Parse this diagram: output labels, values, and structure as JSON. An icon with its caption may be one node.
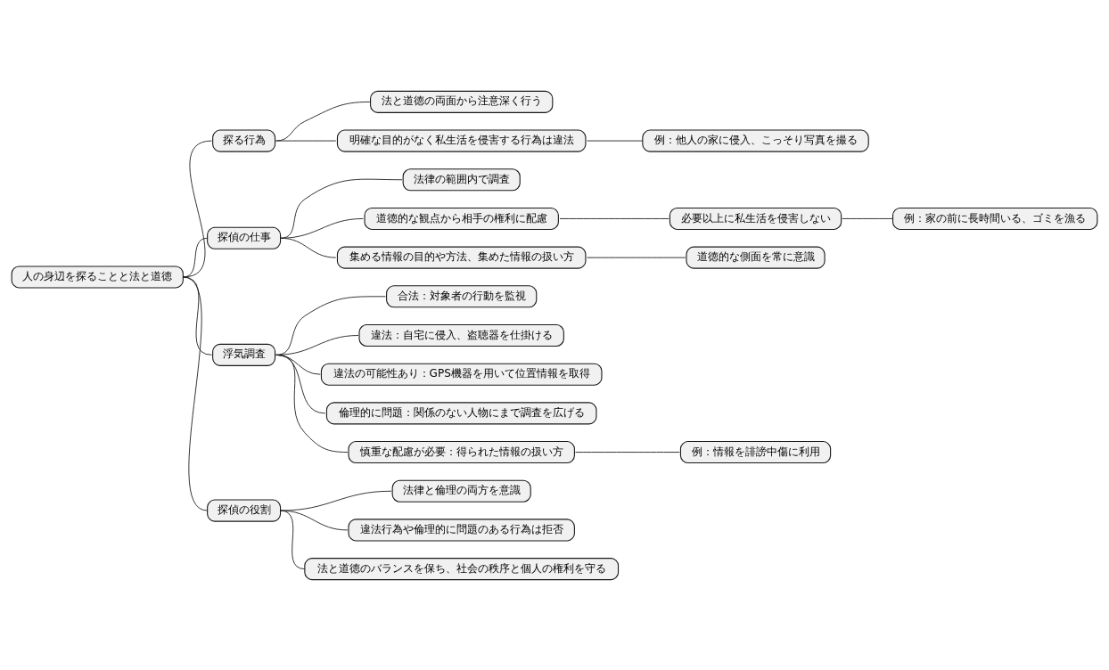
{
  "diagram": {
    "nodes": [
      {
        "text": [
          "人の身辺を探ることと法と道徳"
        ]
      },
      {
        "text": [
          "探る行為"
        ]
      },
      {
        "text": [
          "法と道徳の両面から注意深く行う"
        ]
      },
      {
        "text": [
          "明確な目的がなく私生活を侵害する行為は違法"
        ]
      },
      {
        "text": [
          "例：他人の家に侵入、こっそり写真を撮る"
        ]
      },
      {
        "text": [
          "探偵の仕事"
        ]
      },
      {
        "text": [
          "法律の範囲内で調査"
        ]
      },
      {
        "text": [
          "道徳的な観点から相手の権利に配慮"
        ]
      },
      {
        "text": [
          "必要以上に私生活を侵害しない"
        ]
      },
      {
        "text": [
          "例：家の前に長時間いる、ゴミを漁る"
        ]
      },
      {
        "text": [
          "集める情報の目的や方法、集めた情報の扱い方"
        ]
      },
      {
        "text": [
          "道徳的な側面を常に意識"
        ]
      },
      {
        "text": [
          "浮気調査"
        ]
      },
      {
        "text": [
          "合法：対象者の行動を監視"
        ]
      },
      {
        "text": [
          "違法：自宅に侵入、盗聴器を仕掛ける"
        ]
      },
      {
        "text": [
          "違法の可能性あり：GPS機器を用いて位置情報を取得"
        ]
      },
      {
        "text": [
          "倫理的に問題：関係のない人物にまで調査を広げる"
        ]
      },
      {
        "text": [
          "慎重な配慮が必要：得られた情報の扱い方"
        ]
      },
      {
        "text": [
          "例：情報を誹謗中傷に利用"
        ]
      },
      {
        "text": [
          "探偵の役割"
        ]
      },
      {
        "text": [
          "法律と倫理の両方を意識"
        ]
      },
      {
        "text": [
          "違法行為や倫理的に問題のある行為は拒否"
        ]
      },
      {
        "text": [
          "法と道徳のバランスを保ち、社会の秩序と個人の権利を守る"
        ]
      }
    ],
    "edges": [
      {
        "from": 0,
        "to": 1,
        "arrow": "none"
      },
      {
        "from": 1,
        "to": 2,
        "arrow": "none"
      },
      {
        "from": 1,
        "to": 3,
        "arrow": "none"
      },
      {
        "from": 3,
        "to": 4,
        "arrow": "none"
      },
      {
        "from": 0,
        "to": 5,
        "arrow": "none"
      },
      {
        "from": 5,
        "to": 6,
        "arrow": "none"
      },
      {
        "from": 5,
        "to": 7,
        "arrow": "none"
      },
      {
        "from": 7,
        "to": 8,
        "arrow": "none"
      },
      {
        "from": 8,
        "to": 9,
        "arrow": "none"
      },
      {
        "from": 5,
        "to": 10,
        "arrow": "none"
      },
      {
        "from": 10,
        "to": 11,
        "arrow": "none"
      },
      {
        "from": 0,
        "to": 12,
        "arrow": "none"
      },
      {
        "from": 12,
        "to": 13,
        "arrow": "none"
      },
      {
        "from": 12,
        "to": 14,
        "arrow": "none"
      },
      {
        "from": 12,
        "to": 15,
        "arrow": "none"
      },
      {
        "from": 12,
        "to": 16,
        "arrow": "none"
      },
      {
        "from": 12,
        "to": 17,
        "arrow": "none"
      },
      {
        "from": 17,
        "to": 18,
        "arrow": "none"
      },
      {
        "from": 0,
        "to": 19,
        "arrow": "none"
      },
      {
        "from": 19,
        "to": 20,
        "arrow": "none"
      },
      {
        "from": 19,
        "to": 21,
        "arrow": "none"
      },
      {
        "from": 19,
        "to": 22,
        "arrow": "none"
      }
    ]
  }
}
